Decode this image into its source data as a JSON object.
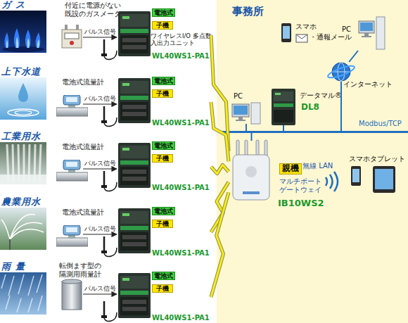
{
  "diagram": {
    "nodes": [
      {
        "text": [
          "ガ ス"
        ]
      },
      {
        "text": [
          "付近に電源がない 既設のガスメータ"
        ]
      },
      {
        "text": [
          "電池式",
          "子機",
          "ワイヤレスI/O 多点数入出力ユニット",
          "WL40WS1-PA1"
        ]
      },
      {
        "text": [
          "上下水道"
        ]
      },
      {
        "text": [
          "電池式流量計"
        ]
      },
      {
        "text": [
          "電池式",
          "子機",
          "WL40WS1-PA1"
        ]
      },
      {
        "text": [
          "工業用水"
        ]
      },
      {
        "text": [
          "電池式流量計"
        ]
      },
      {
        "text": [
          "電池式",
          "子機",
          "WL40WS1-PA1"
        ]
      },
      {
        "text": [
          "農業用水"
        ]
      },
      {
        "text": [
          "電池式流量計"
        ]
      },
      {
        "text": [
          "電池式",
          "子機",
          "WL40WS1-PA1"
        ]
      },
      {
        "text": [
          "雨 量"
        ]
      },
      {
        "text": [
          "転倒ます型の 隔測用雨量計"
        ]
      },
      {
        "text": [
          "電池式",
          "子機",
          "WL40WS1-PA1"
        ]
      },
      {
        "text": [
          "事務所"
        ]
      },
      {
        "text": [
          "スマホ"
        ],
        "in": 15
      },
      {
        "text": [
          "・通報メール"
        ],
        "in": 15
      },
      {
        "text": [
          "PC"
        ],
        "in": 15
      },
      {
        "text": [
          "インターネット"
        ],
        "in": 15
      },
      {
        "text": [
          "PC"
        ],
        "in": 15
      },
      {
        "text": [
          "データマル®",
          "DL8"
        ],
        "in": 15
      },
      {
        "text": [
          "Modbus/TCP"
        ],
        "in": 15
      },
      {
        "text": [
          "親機",
          "マルチポート ゲートウェイ",
          "IB10WS2"
        ],
        "in": 15
      },
      {
        "text": [
          "スマホ"
        ],
        "in": 15
      },
      {
        "text": [
          "タブレット"
        ],
        "in": 15
      }
    ],
    "edges": [
      {
        "from": 1,
        "to": 2,
        "arrow": "to",
        "label": "パルス信号"
      },
      {
        "from": 4,
        "to": 5,
        "arrow": "to",
        "label": "パルス信号"
      },
      {
        "from": 7,
        "to": 8,
        "arrow": "to",
        "label": "パルス信号"
      },
      {
        "from": 10,
        "to": 11,
        "arrow": "to",
        "label": "パルス信号"
      },
      {
        "from": 13,
        "to": 14,
        "arrow": "to",
        "label": "パルス信号"
      },
      {
        "from": 2,
        "to": 23,
        "arrow": "none"
      },
      {
        "from": 5,
        "to": 23,
        "arrow": "none"
      },
      {
        "from": 8,
        "to": 23,
        "arrow": "none"
      },
      {
        "from": 11,
        "to": 23,
        "arrow": "none"
      },
      {
        "from": 14,
        "to": 23,
        "arrow": "none"
      },
      {
        "from": 20,
        "to": 22,
        "arrow": "none"
      },
      {
        "from": 21,
        "to": 22,
        "arrow": "none"
      },
      {
        "from": 23,
        "to": 22,
        "arrow": "none"
      },
      {
        "from": 19,
        "to": 22,
        "arrow": "none"
      },
      {
        "from": 19,
        "to": 18,
        "arrow": "none"
      }
    ],
    "labels": [
      "無線 LAN"
    ]
  }
}
